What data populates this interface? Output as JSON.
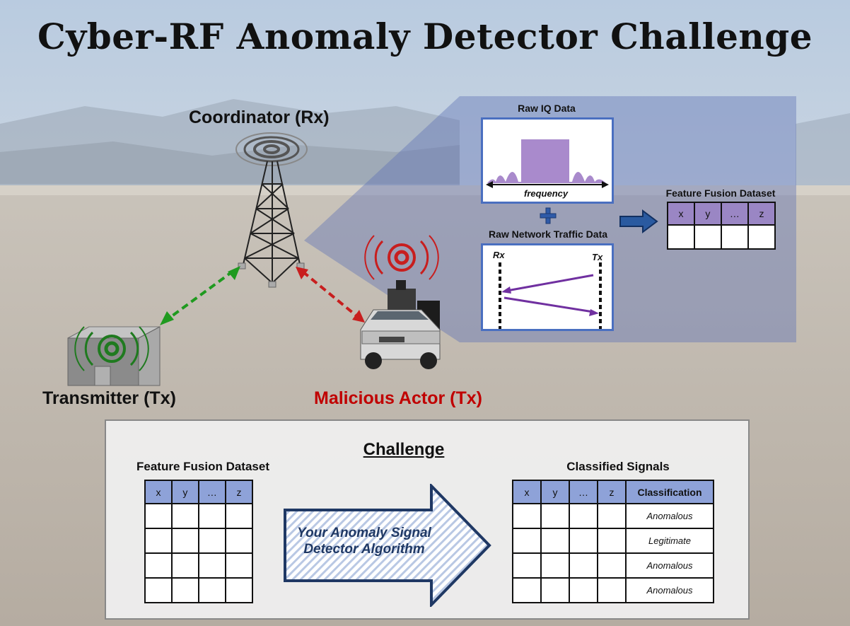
{
  "title": "Cyber-RF Anomaly Detector Challenge",
  "scene": {
    "coordinator_label": "Coordinator (Rx)",
    "transmitter_label": "Transmitter (Tx)",
    "malicious_label": "Malicious Actor (Tx)"
  },
  "inset": {
    "raw_iq_title": "Raw IQ Data",
    "frequency_label": "frequency",
    "raw_network_title": "Raw Network Traffic Data",
    "rx_label": "Rx",
    "tx_label": "Tx",
    "feature_fusion_title": "Feature Fusion Dataset",
    "columns": [
      "x",
      "y",
      "…",
      "z"
    ]
  },
  "challenge": {
    "heading": "Challenge",
    "input_title": "Feature Fusion Dataset",
    "input_columns": [
      "x",
      "y",
      "…",
      "z"
    ],
    "algorithm_line1": "Your Anomaly Signal",
    "algorithm_line2": "Detector Algorithm",
    "output_title": "Classified Signals",
    "output_columns": [
      "x",
      "y",
      "…",
      "z",
      "Classification"
    ],
    "classifications": [
      "Anomalous",
      "Legitimate",
      "Anomalous",
      "Anomalous"
    ]
  },
  "colors": {
    "legitimate_link": "#1f9a1f",
    "malicious_link": "#c81e1e",
    "feature_header": "#9a86c4",
    "classified_header": "#8ea2d8",
    "anomalous_text": "#c00000",
    "legitimate_text": "#1a8a1a"
  }
}
